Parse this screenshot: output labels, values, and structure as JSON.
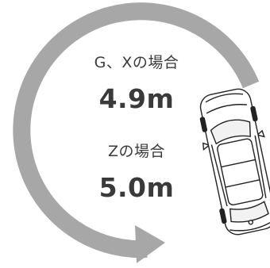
{
  "turning_radius": {
    "grade_gx": {
      "label": "G、Xの場合",
      "value": "4.9m"
    },
    "grade_z": {
      "label": "Zの場合",
      "value": "5.0m"
    }
  },
  "colors": {
    "arc": "#a7a7a7",
    "text": "#3a3a3a",
    "car_outline": "#222222",
    "background": "#ffffff"
  },
  "icons": [
    "turning-arc-arrow",
    "car-top-view-icon"
  ]
}
